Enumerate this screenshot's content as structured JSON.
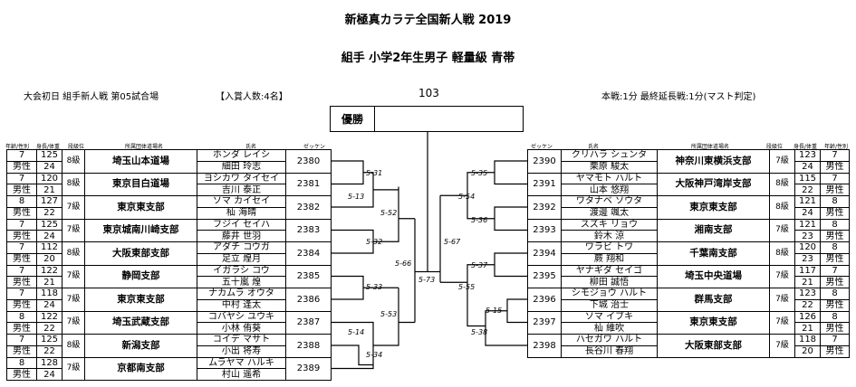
{
  "header": {
    "title": "新極真カラテ全国新人戦 2019",
    "subtitle": "組手 小学2年生男子 軽量級 青帯",
    "session": "大会初日 組手新人戦 第05試合場",
    "prize_count": "【入賞人数:4名】",
    "category_number": "103",
    "rules": "本戦:1分 最終延長戦:1分(マスト判定)"
  },
  "champion": {
    "label": "優勝"
  },
  "column_headers": {
    "age_gender": "年齢/性別",
    "height_weight": "身長/体重",
    "rank": "段級位",
    "dojo": "所属団体道場名",
    "name": "氏名",
    "zekken": "ゼッケン"
  },
  "left_entries": [
    {
      "age": "7",
      "gender": "男性",
      "height": "125",
      "weight": "24",
      "rank": "8級",
      "dojo": "埼玉山本道場",
      "kana": "ホンダ レイシ",
      "name": "細田 玲志",
      "zekken": "2380"
    },
    {
      "age": "7",
      "gender": "男性",
      "height": "120",
      "weight": "21",
      "rank": "8級",
      "dojo": "東京目白道場",
      "kana": "ヨシカワ タイセイ",
      "name": "吉川 泰正",
      "zekken": "2381"
    },
    {
      "age": "8",
      "gender": "男性",
      "height": "127",
      "weight": "22",
      "rank": "7級",
      "dojo": "東京東支部",
      "kana": "ソマ カイセイ",
      "name": "杣 海晴",
      "zekken": "2382"
    },
    {
      "age": "7",
      "gender": "男性",
      "height": "125",
      "weight": "24",
      "rank": "7級",
      "dojo": "東京城南川崎支部",
      "kana": "フジイ セイハ",
      "name": "藤井 世羽",
      "zekken": "2383"
    },
    {
      "age": "7",
      "gender": "男性",
      "height": "112",
      "weight": "20",
      "rank": "8級",
      "dojo": "大阪東部支部",
      "kana": "アダチ コウガ",
      "name": "足立 煌月",
      "zekken": "2384"
    },
    {
      "age": "7",
      "gender": "男性",
      "height": "122",
      "weight": "21",
      "rank": "7級",
      "dojo": "静岡支部",
      "kana": "イガラシ コウ",
      "name": "五十嵐 煌",
      "zekken": "2385"
    },
    {
      "age": "7",
      "gender": "男性",
      "height": "118",
      "weight": "24",
      "rank": "7級",
      "dojo": "東京東支部",
      "kana": "ナカムラ オウタ",
      "name": "中村 逢太",
      "zekken": "2386"
    },
    {
      "age": "8",
      "gender": "男性",
      "height": "122",
      "weight": "22",
      "rank": "7級",
      "dojo": "埼玉武蔵支部",
      "kana": "コバヤシ ユウキ",
      "name": "小林 侑葵",
      "zekken": "2387"
    },
    {
      "age": "7",
      "gender": "男性",
      "height": "125",
      "weight": "22",
      "rank": "8級",
      "dojo": "新潟支部",
      "kana": "コイデ マサト",
      "name": "小出 将寿",
      "zekken": "2388"
    },
    {
      "age": "8",
      "gender": "男性",
      "height": "128",
      "weight": "24",
      "rank": "7級",
      "dojo": "京都南支部",
      "kana": "ムラヤマ ハルキ",
      "name": "村山 遥希",
      "zekken": "2389"
    }
  ],
  "right_entries": [
    {
      "zekken": "2390",
      "kana": "クリハラ シュンタ",
      "name": "栗原 駿太",
      "dojo": "神奈川東横浜支部",
      "rank": "7級",
      "height": "123",
      "weight": "24",
      "age": "7",
      "gender": "男性"
    },
    {
      "zekken": "2391",
      "kana": "ヤマモト ハルト",
      "name": "山本 悠翔",
      "dojo": "大阪神戸湾岸支部",
      "rank": "8級",
      "height": "115",
      "weight": "22",
      "age": "7",
      "gender": "男性"
    },
    {
      "zekken": "2392",
      "kana": "ワタナベ ソウタ",
      "name": "渡邊 颯太",
      "dojo": "東京東支部",
      "rank": "8級",
      "height": "121",
      "weight": "24",
      "age": "8",
      "gender": "男性"
    },
    {
      "zekken": "2393",
      "kana": "スズキ リョウ",
      "name": "鈴木 涼",
      "dojo": "湘南支部",
      "rank": "7級",
      "height": "121",
      "weight": "23",
      "age": "8",
      "gender": "男性"
    },
    {
      "zekken": "2394",
      "kana": "ワラビ トワ",
      "name": "蕨 翔和",
      "dojo": "千葉南支部",
      "rank": "8級",
      "height": "120",
      "weight": "23",
      "age": "8",
      "gender": "男性"
    },
    {
      "zekken": "2395",
      "kana": "ヤナギダ セイゴ",
      "name": "柳田 誠悟",
      "dojo": "埼玉中央道場",
      "rank": "7級",
      "height": "117",
      "weight": "21",
      "age": "7",
      "gender": "男性"
    },
    {
      "zekken": "2396",
      "kana": "シモジョウ ハルト",
      "name": "下城 治士",
      "dojo": "群馬支部",
      "rank": "7級",
      "height": "123",
      "weight": "22",
      "age": "8",
      "gender": "男性"
    },
    {
      "zekken": "2397",
      "kana": "ソマ イブキ",
      "name": "杣 維吹",
      "dojo": "東京東支部",
      "rank": "7級",
      "height": "126",
      "weight": "21",
      "age": "8",
      "gender": "男性"
    },
    {
      "zekken": "2398",
      "kana": "ハセガワ ハルト",
      "name": "長谷川 春翔",
      "dojo": "大阪東部支部",
      "rank": "7級",
      "height": "118",
      "weight": "20",
      "age": "7",
      "gender": "男性"
    }
  ],
  "match_labels": {
    "m31": "5-31",
    "m13": "5-13",
    "m52": "5-52",
    "m32": "5-32",
    "m66": "5-66",
    "m33": "5-33",
    "m53": "5-53",
    "m14": "5-14",
    "m34": "5-34",
    "m73": "5-73",
    "m35": "5-35",
    "m54": "5-54",
    "m36": "5-36",
    "m67": "5-67",
    "m37": "5-37",
    "m55": "5-55",
    "m15": "5-15",
    "m38": "5-38"
  }
}
